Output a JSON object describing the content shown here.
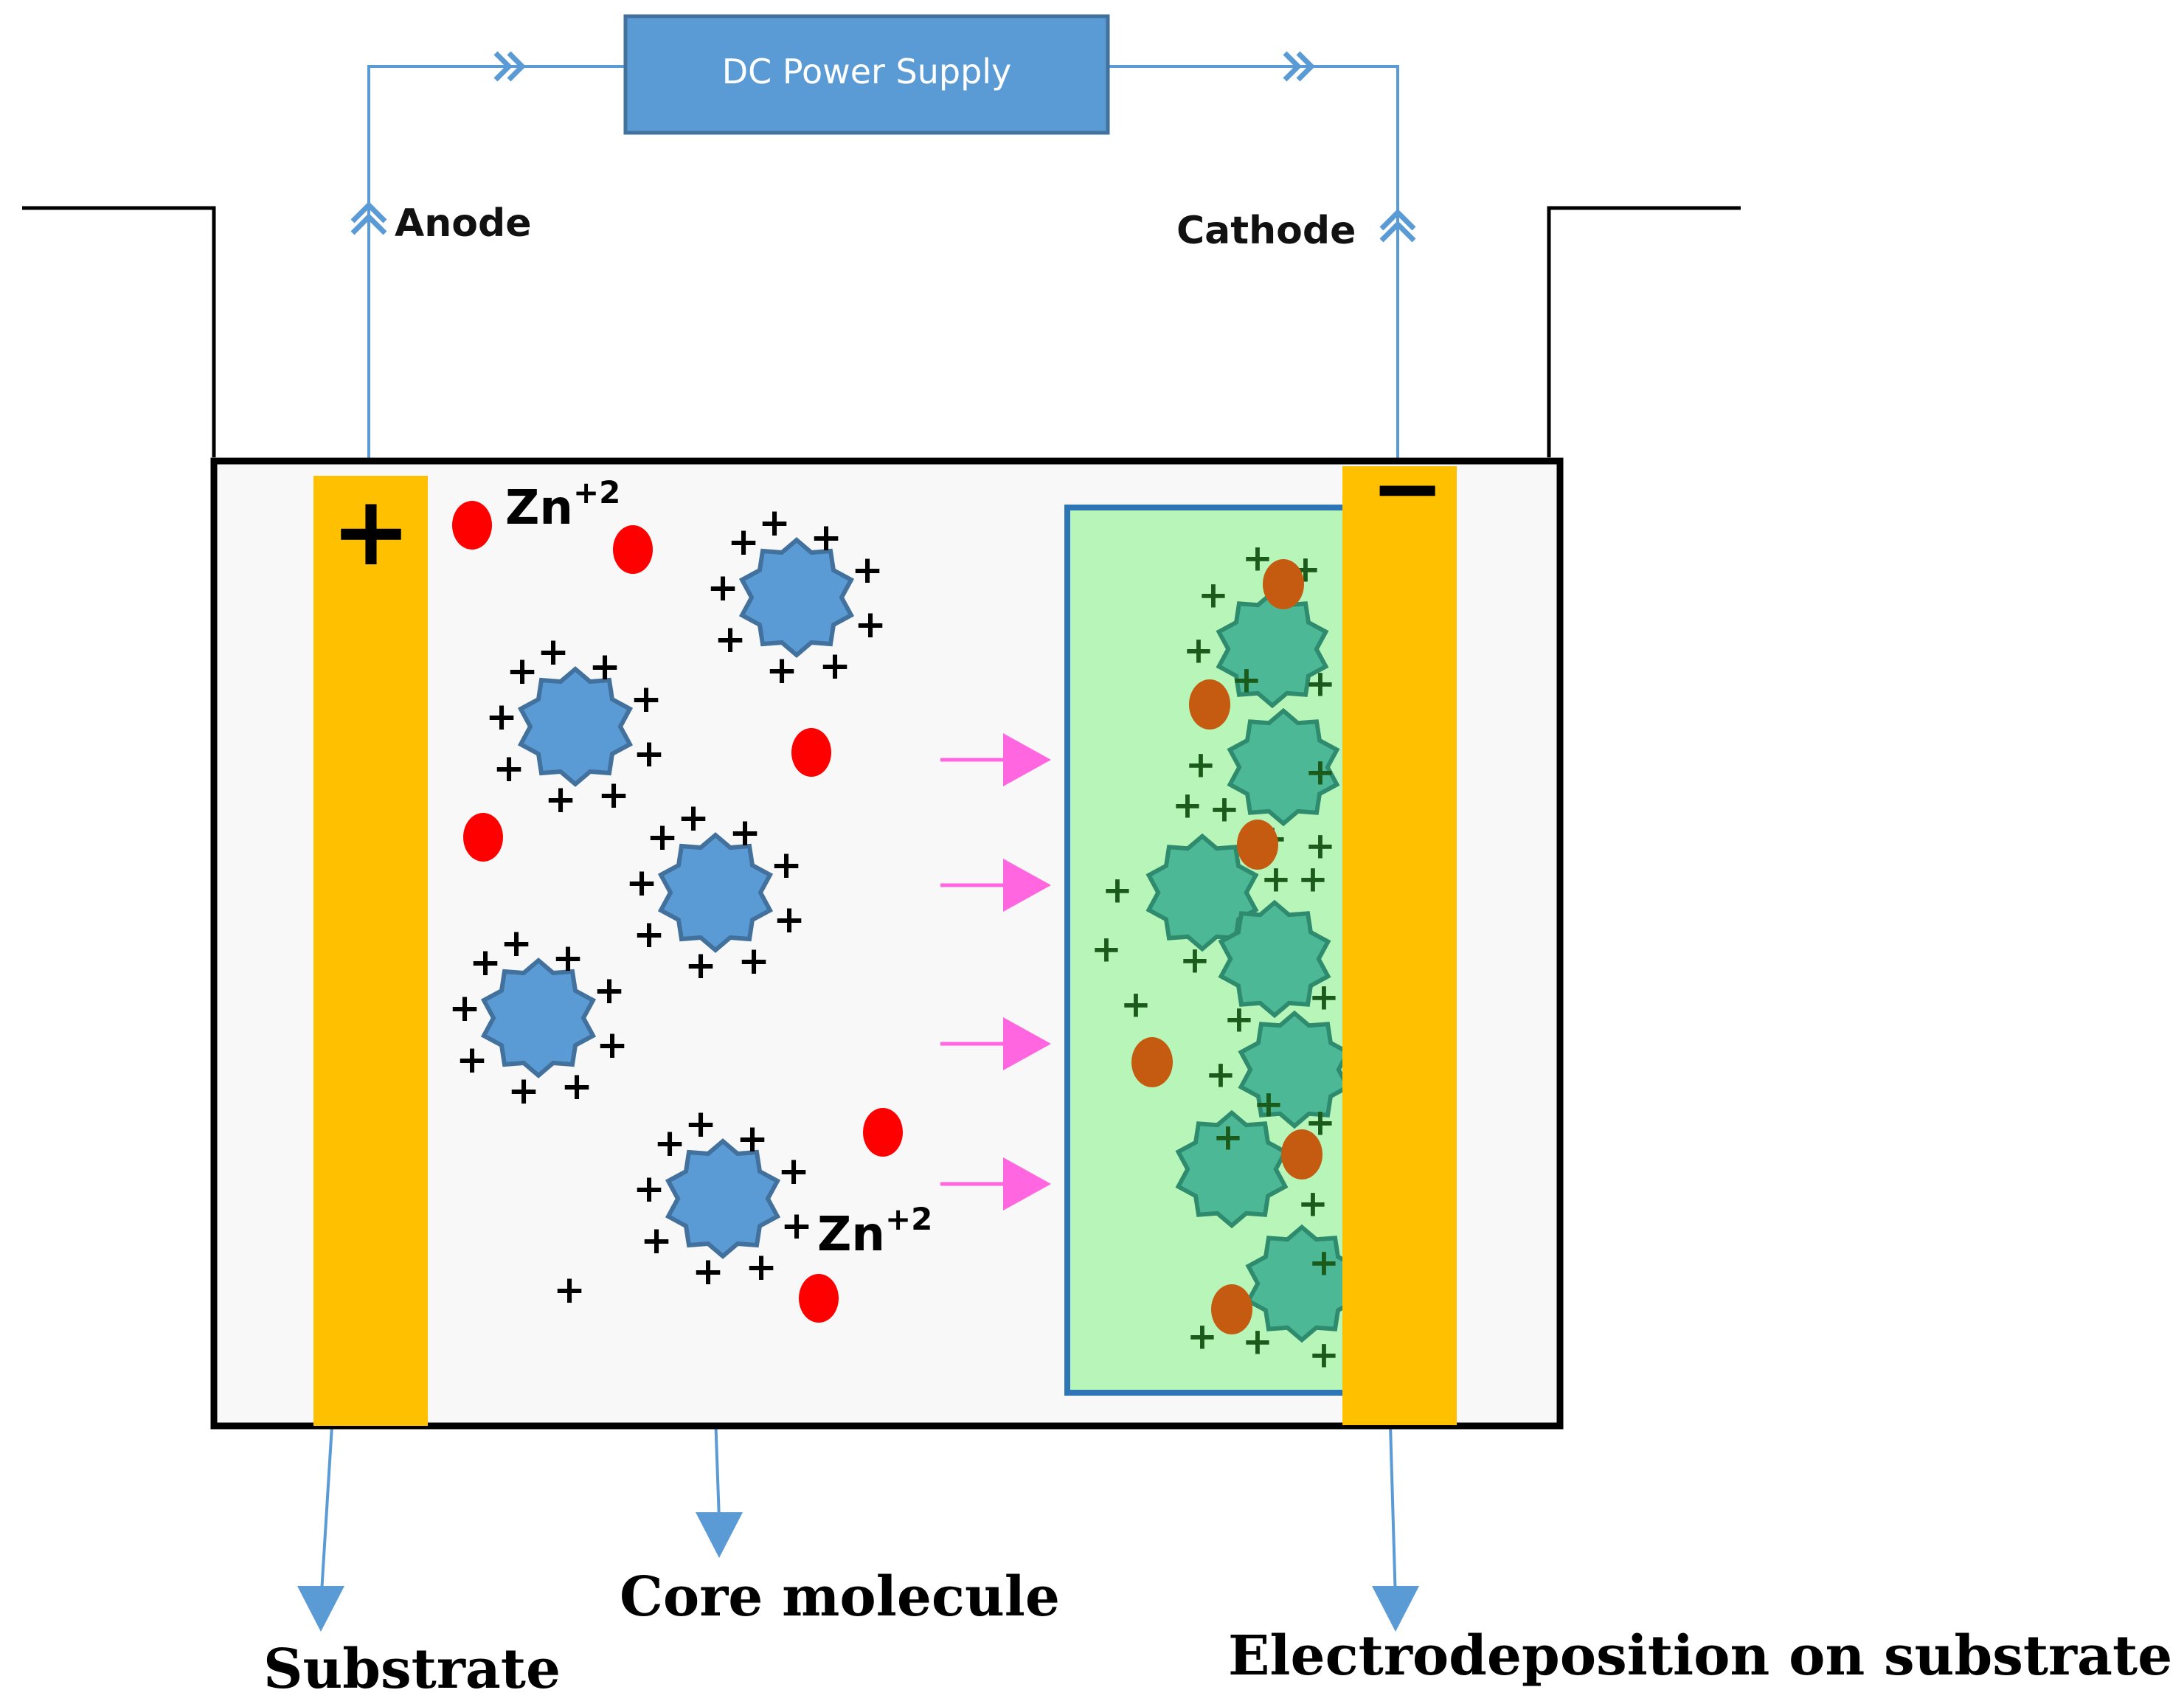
{
  "power_supply": {
    "label": "DC Power Supply"
  },
  "electrodes": {
    "anode_label": "Anode",
    "cathode_label": "Cathode",
    "anode_sign": "+",
    "cathode_sign": "−"
  },
  "ions": {
    "zinc_label": "Zn",
    "zinc_charge": "+2"
  },
  "charge_symbol": "+",
  "captions": {
    "substrate": "Substrate",
    "core_molecule": "Core molecule",
    "electrodeposition": "Electrodeposition on substrate"
  },
  "colors": {
    "wire": "#5b9bd5",
    "power_supply_fill": "#5b9bd5",
    "power_supply_border": "#41719c",
    "electrode": "#ffc000",
    "zinc_ion": "#ff0000",
    "core_molecule": "#5b9bd5",
    "deposit_molecule": "#4db896",
    "deposit_particle": "#c55a11",
    "deposit_zone": "#b8f5b8",
    "migration_arrow": "#ff66e0"
  },
  "icons": {
    "core_molecule": "star-molecule-icon",
    "zinc_ion": "red-dot-icon",
    "deposit_particle": "brown-dot-icon",
    "migration_arrow": "pink-arrow-icon"
  }
}
